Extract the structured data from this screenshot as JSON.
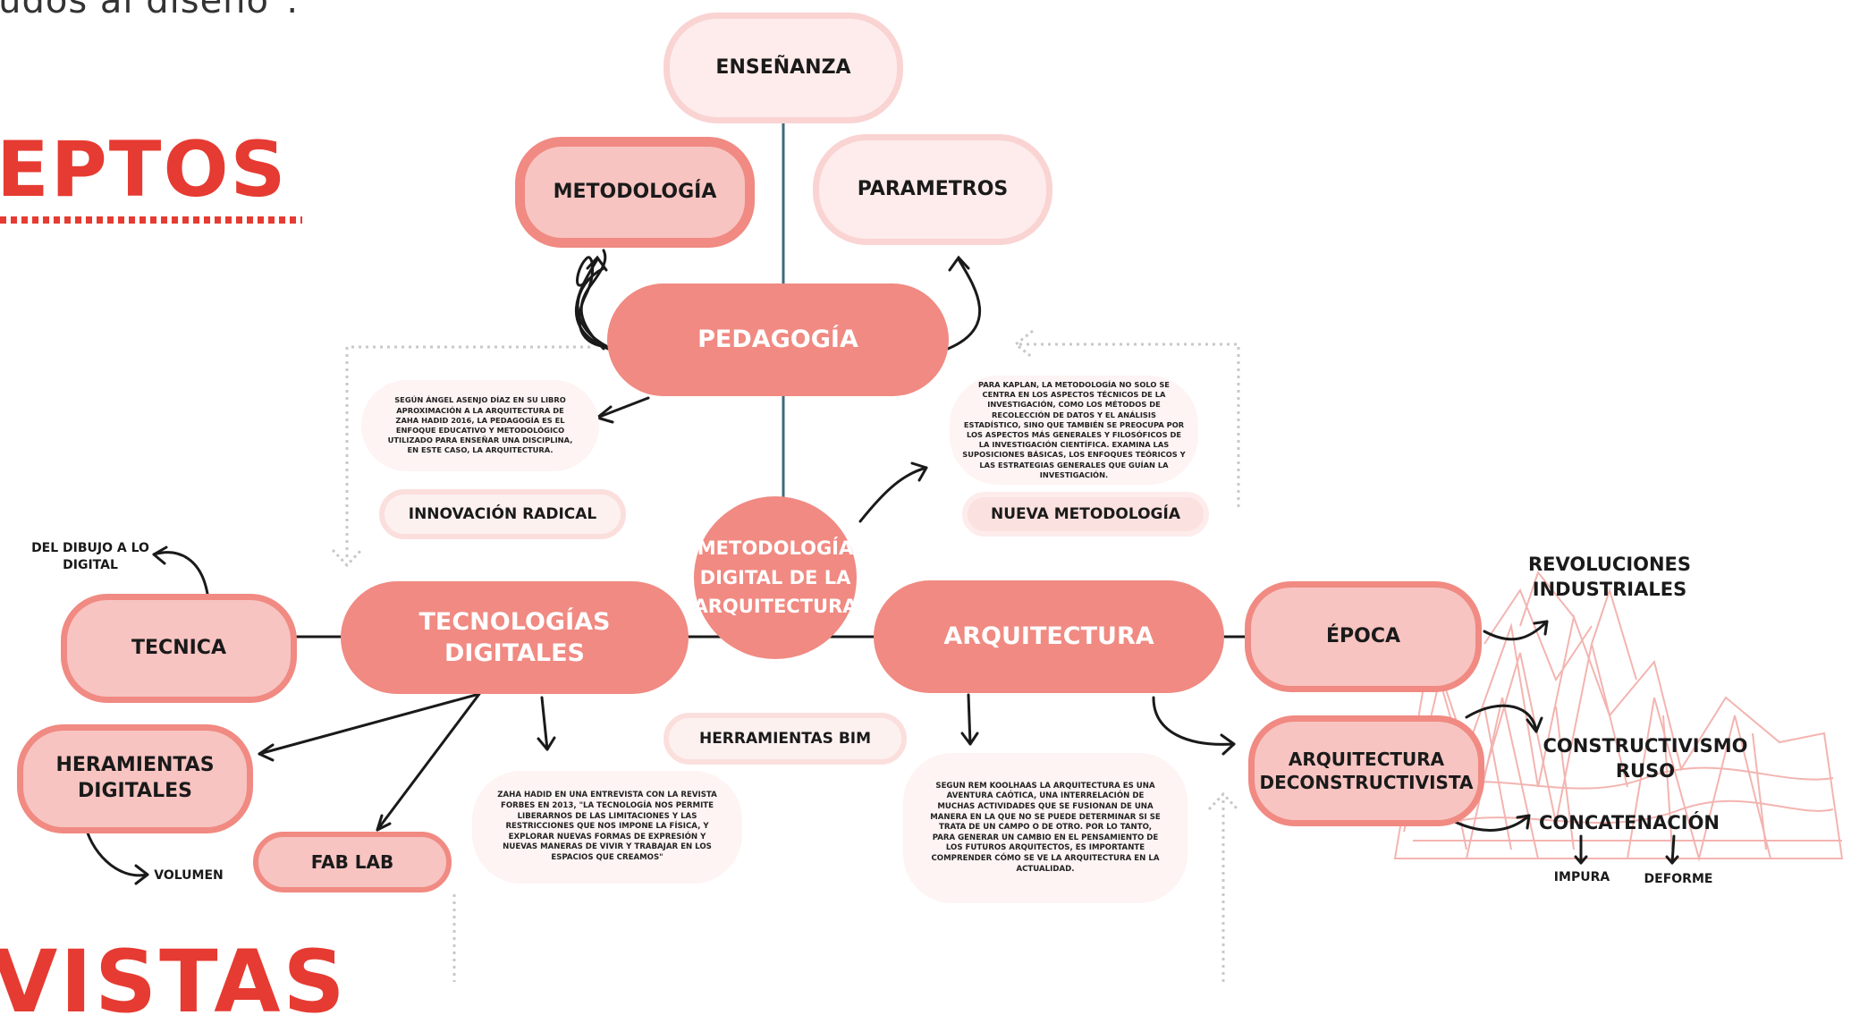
{
  "top_text": "judos al diseño\".",
  "left_heading": "EPTOS",
  "bottom_heading": "VISTAS",
  "colors": {
    "accent": "#e63b32",
    "node_strong": "#f08a82",
    "node_mid": "#f7c4c1",
    "node_soft": "#fdeceb",
    "line": "#1a1a1a",
    "teal_line": "#3f6b78",
    "dotted": "#c8c8c8"
  },
  "center": {
    "title": "METODOLOGÍA DIGITAL DE LA ARQUITECTURA"
  },
  "nodes": {
    "pedagogia": "PEDAGOGÍA",
    "ensenanza": "ENSEÑANZA",
    "metodologia": "METODOLOGÍA",
    "parametros": "PARAMETROS",
    "tecnologias": "TECNOLOGÍAS DIGITALES",
    "arquitectura": "ARQUITECTURA",
    "tecnica": "TECNICA",
    "heramientas": "HERAMIENTAS DIGITALES",
    "fablab": "FAB LAB",
    "epoca": "ÉPOCA",
    "deconstructivista": "ARQUITECTURA DECONSTRUCTIVISTA"
  },
  "tags": {
    "innovacion": "INNOVACIÓN RADICAL",
    "nueva_metodologia": "NUEVA METODOLOGÍA",
    "herramientas_bim": "HERRAMIENTAS BIM"
  },
  "labels": {
    "dibujo": "DEL DIBUJO A LO DIGITAL",
    "volumen": "VOLUMEN",
    "revoluciones": "REVOLUCIONES INDUSTRIALES",
    "constructivismo": "CONSTRUCTIVISMO RUSO",
    "concatenacion": "CONCATENACIÓN",
    "impura": "IMPURA",
    "deforme": "DEFORME"
  },
  "notes": {
    "asenjo": "SEGÚN ÁNGEL ASENJO DÍAZ EN SU LIBRO APROXIMACIÓN A LA ARQUITECTURA DE ZAHA HADID 2016, LA PEDAGOGÍA ES EL ENFOQUE EDUCATIVO Y METODOLÓGICO UTILIZADO PARA ENSEÑAR UNA DISCIPLINA, EN ESTE CASO, LA ARQUITECTURA.",
    "kaplan": "PARA KAPLAN, LA METODOLOGÍA NO SOLO SE CENTRA EN LOS ASPECTOS TÉCNICOS DE LA INVESTIGACIÓN, COMO LOS MÉTODOS DE RECOLECCIÓN DE DATOS Y EL ANÁLISIS ESTADÍSTICO, SINO QUE TAMBIÉN SE PREOCUPA POR LOS ASPECTOS MÁS GENERALES Y FILOSÓFICOS DE LA INVESTIGACIÓN CIENTÍFICA. EXAMINA LAS SUPOSICIONES BÁSICAS, LOS ENFOQUES TEÓRICOS Y LAS ESTRATEGIAS GENERALES QUE GUÍAN LA INVESTIGACIÓN.",
    "zaha": "ZAHA HADID EN UNA ENTREVISTA CON LA REVISTA FORBES EN 2013, \"LA TECNOLOGÍA NOS PERMITE LIBERARNOS DE LAS LIMITACIONES Y LAS RESTRICCIONES QUE NOS IMPONE LA FÍSICA, Y EXPLORAR NUEVAS FORMAS DE EXPRESIÓN Y NUEVAS MANERAS DE VIVIR Y TRABAJAR EN LOS ESPACIOS QUE CREAMOS\"",
    "koolhaas": "SEGUN REM KOOLHAAS LA ARQUITECTURA ES UNA AVENTURA CAÓTICA, UNA INTERRELACIÓN DE MUCHAS ACTIVIDADES QUE SE FUSIONAN DE UNA MANERA EN LA QUE NO SE PUEDE DETERMINAR SI SE TRATA DE UN CAMPO O DE OTRO. POR LO TANTO, PARA GENERAR UN CAMBIO EN EL PENSAMIENTO DE LOS FUTUROS ARQUITECTOS, ES IMPORTANTE COMPRENDER CÓMO SE VE LA ARQUITECTURA EN LA ACTUALIDAD."
  }
}
